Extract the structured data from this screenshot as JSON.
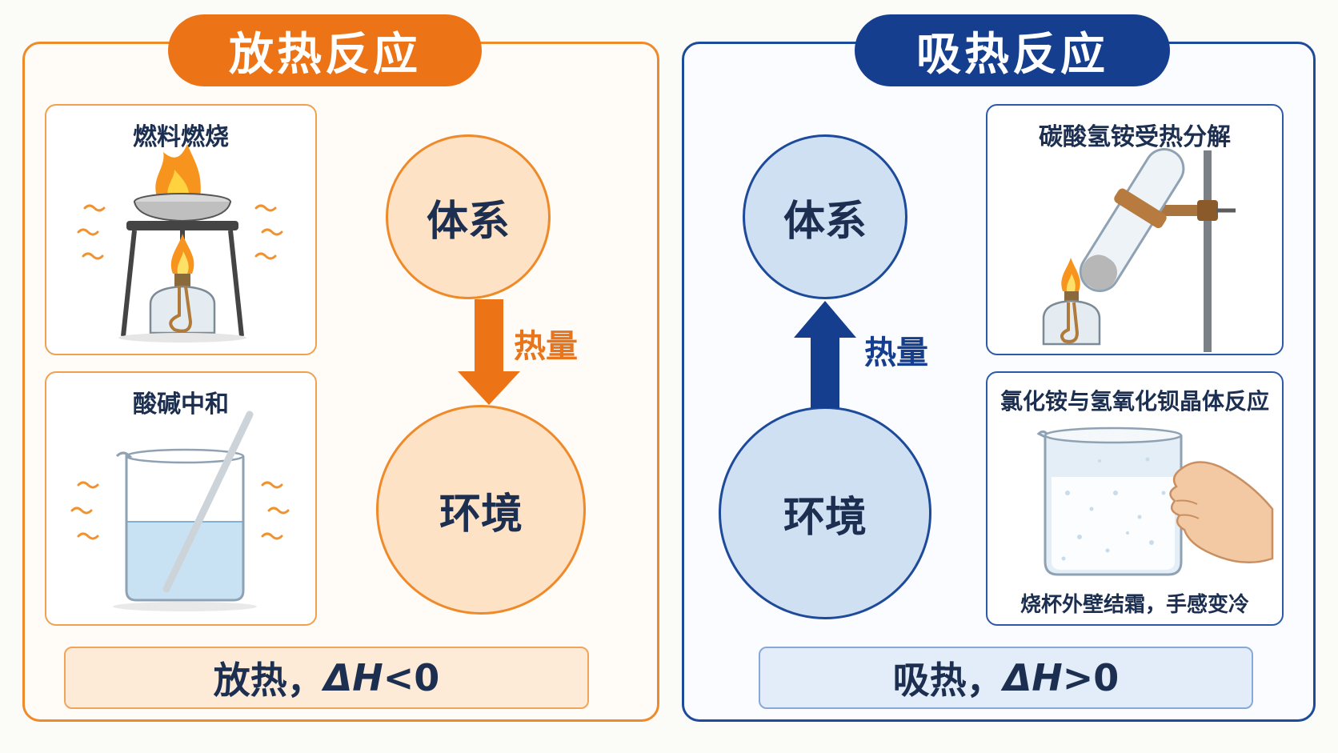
{
  "exothermic": {
    "title": "放热反应",
    "example1": "燃料燃烧",
    "example2": "酸碱中和",
    "system": "体系",
    "environment": "环境",
    "heat": "热量",
    "summary_prefix": "放热，",
    "summary_symbol": "ΔH",
    "summary_suffix": "<0"
  },
  "endothermic": {
    "title": "吸热反应",
    "example1": "碳酸氢铵受热分解",
    "example2": "氯化铵与氢氧化钡晶体反应",
    "example2_caption": "烧杯外壁结霜，手感变冷",
    "system": "体系",
    "environment": "环境",
    "heat": "热量",
    "summary_prefix": "吸热，",
    "summary_symbol": "ΔH",
    "summary_suffix": ">0"
  },
  "colors": {
    "exo_accent": "#ec7417",
    "endo_accent": "#153f8e",
    "text": "#1c2f50"
  }
}
